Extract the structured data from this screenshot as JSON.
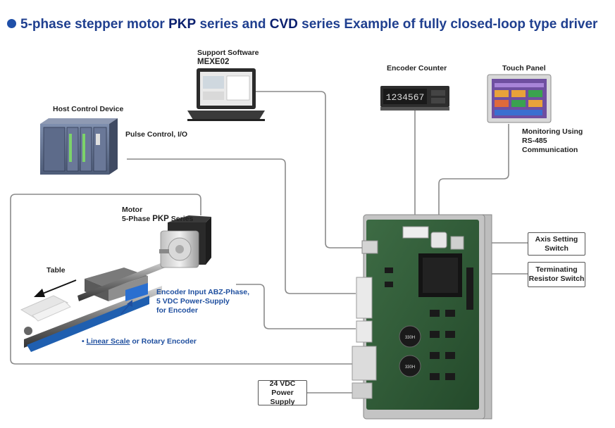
{
  "title": {
    "prefix": "5-phase stepper motor ",
    "series1": "PKP",
    "middle": " series and ",
    "series2": "CVD",
    "suffix": " series  Example of fully closed-loop type driver"
  },
  "labels": {
    "support_software": "Support Software",
    "software_name": "MEXE02",
    "encoder_counter": "Encoder Counter",
    "counter_display": "1234567",
    "touch_panel": "Touch Panel",
    "host_control": "Host Control Device",
    "pulse_control": "Pulse Control, I/O",
    "monitoring_line1": "Monitoring Using",
    "monitoring_line2": "RS-485",
    "monitoring_line3": "Communication",
    "motor_line1": "Motor",
    "motor_line2_prefix": "5-Phase ",
    "motor_line2_bold": "PKP",
    "motor_line2_suffix": " Series",
    "table": "Table",
    "encoder_input_line1": "Encoder Input ABZ-Phase,",
    "encoder_input_line2": "5 VDC Power-Supply",
    "encoder_input_line3": "for Encoder",
    "linear_bullet": "• ",
    "linear_scale": "Linear Scale",
    "rotary_encoder": " or Rotary Encoder",
    "capacitor_text": "330H"
  },
  "boxes": {
    "axis_setting_line1": "Axis Setting",
    "axis_setting_line2": "Switch",
    "terminating_line1": "Terminating",
    "terminating_line2": "Resistor Switch",
    "power_line1": "24 VDC",
    "power_line2": "Power Supply"
  },
  "colors": {
    "title_blue": "#1f3f8f",
    "line_gray": "#888888",
    "pcb_green": "#2e5a36",
    "encoder_blue": "#1f5fb0"
  }
}
